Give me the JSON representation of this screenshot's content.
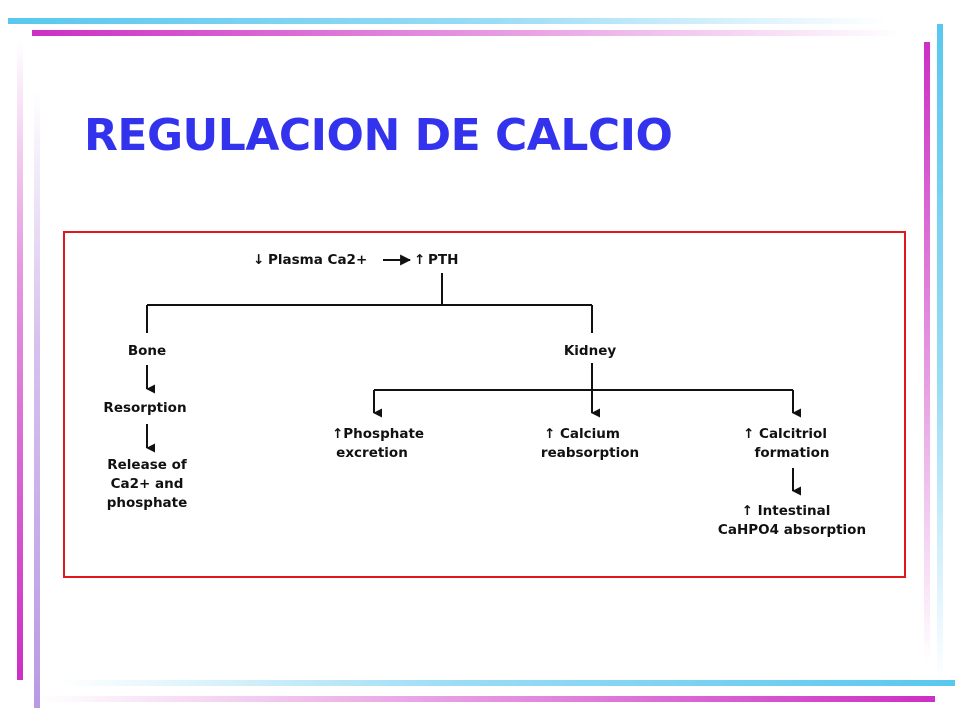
{
  "slide": {
    "title": "REGULACION DE CALCIO",
    "colors": {
      "title": "#3333ee",
      "frame": "#e0181e",
      "accent_cyan": "#58c8ee",
      "accent_magenta": "#cc2fc4",
      "accent_lavender": "#b99ae3"
    }
  },
  "diagram": {
    "root": {
      "left_arrow": "↓",
      "plasma": "Plasma Ca2+",
      "right_arrow": "↑",
      "pth": "PTH"
    },
    "bone": {
      "label": "Bone",
      "resorption": "Resorption",
      "release": [
        "Release of",
        "Ca2+ and",
        "phosphate"
      ]
    },
    "kidney": {
      "label": "Kidney",
      "phosphate": [
        "↑Phosphate",
        "excretion"
      ],
      "calcium": [
        "↑ Calcium",
        "reabsorption"
      ],
      "calcitriol": [
        "↑ Calcitriol",
        "formation"
      ],
      "intestinal": [
        "↑ Intestinal",
        "CaHPO4 absorption"
      ]
    }
  }
}
